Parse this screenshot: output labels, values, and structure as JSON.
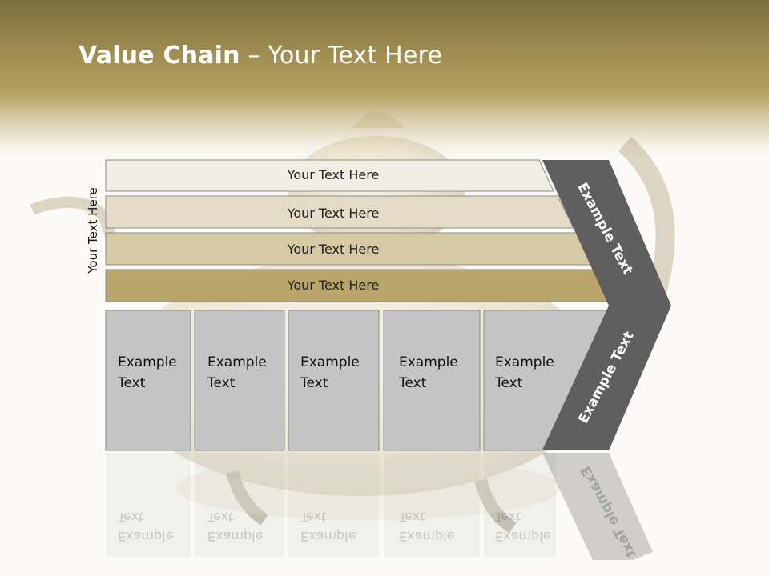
{
  "title": {
    "bold": "Value Chain",
    "rest": " – Your Text Here"
  },
  "side_label": "Your Text Here",
  "bars": [
    {
      "label": "Your Text Here",
      "color": "#f1ede2"
    },
    {
      "label": "Your Text Here",
      "color": "#e4dcc6"
    },
    {
      "label": "Your Text Here",
      "color": "#d6caa5"
    },
    {
      "label": "Your Text Here",
      "color": "#b8a56a"
    }
  ],
  "cells": [
    {
      "line1": "Example",
      "line2": "Text"
    },
    {
      "line1": "Example",
      "line2": "Text"
    },
    {
      "line1": "Example",
      "line2": "Text"
    },
    {
      "line1": "Example",
      "line2": "Text"
    },
    {
      "line1": "Example",
      "line2": "Text"
    }
  ],
  "chevron": {
    "top_label": "Example Text",
    "bottom_label": "Example Text",
    "color": "#5f5f5f"
  },
  "colors": {
    "header": "#9c8a4f",
    "cell": "#c4c4c4"
  }
}
